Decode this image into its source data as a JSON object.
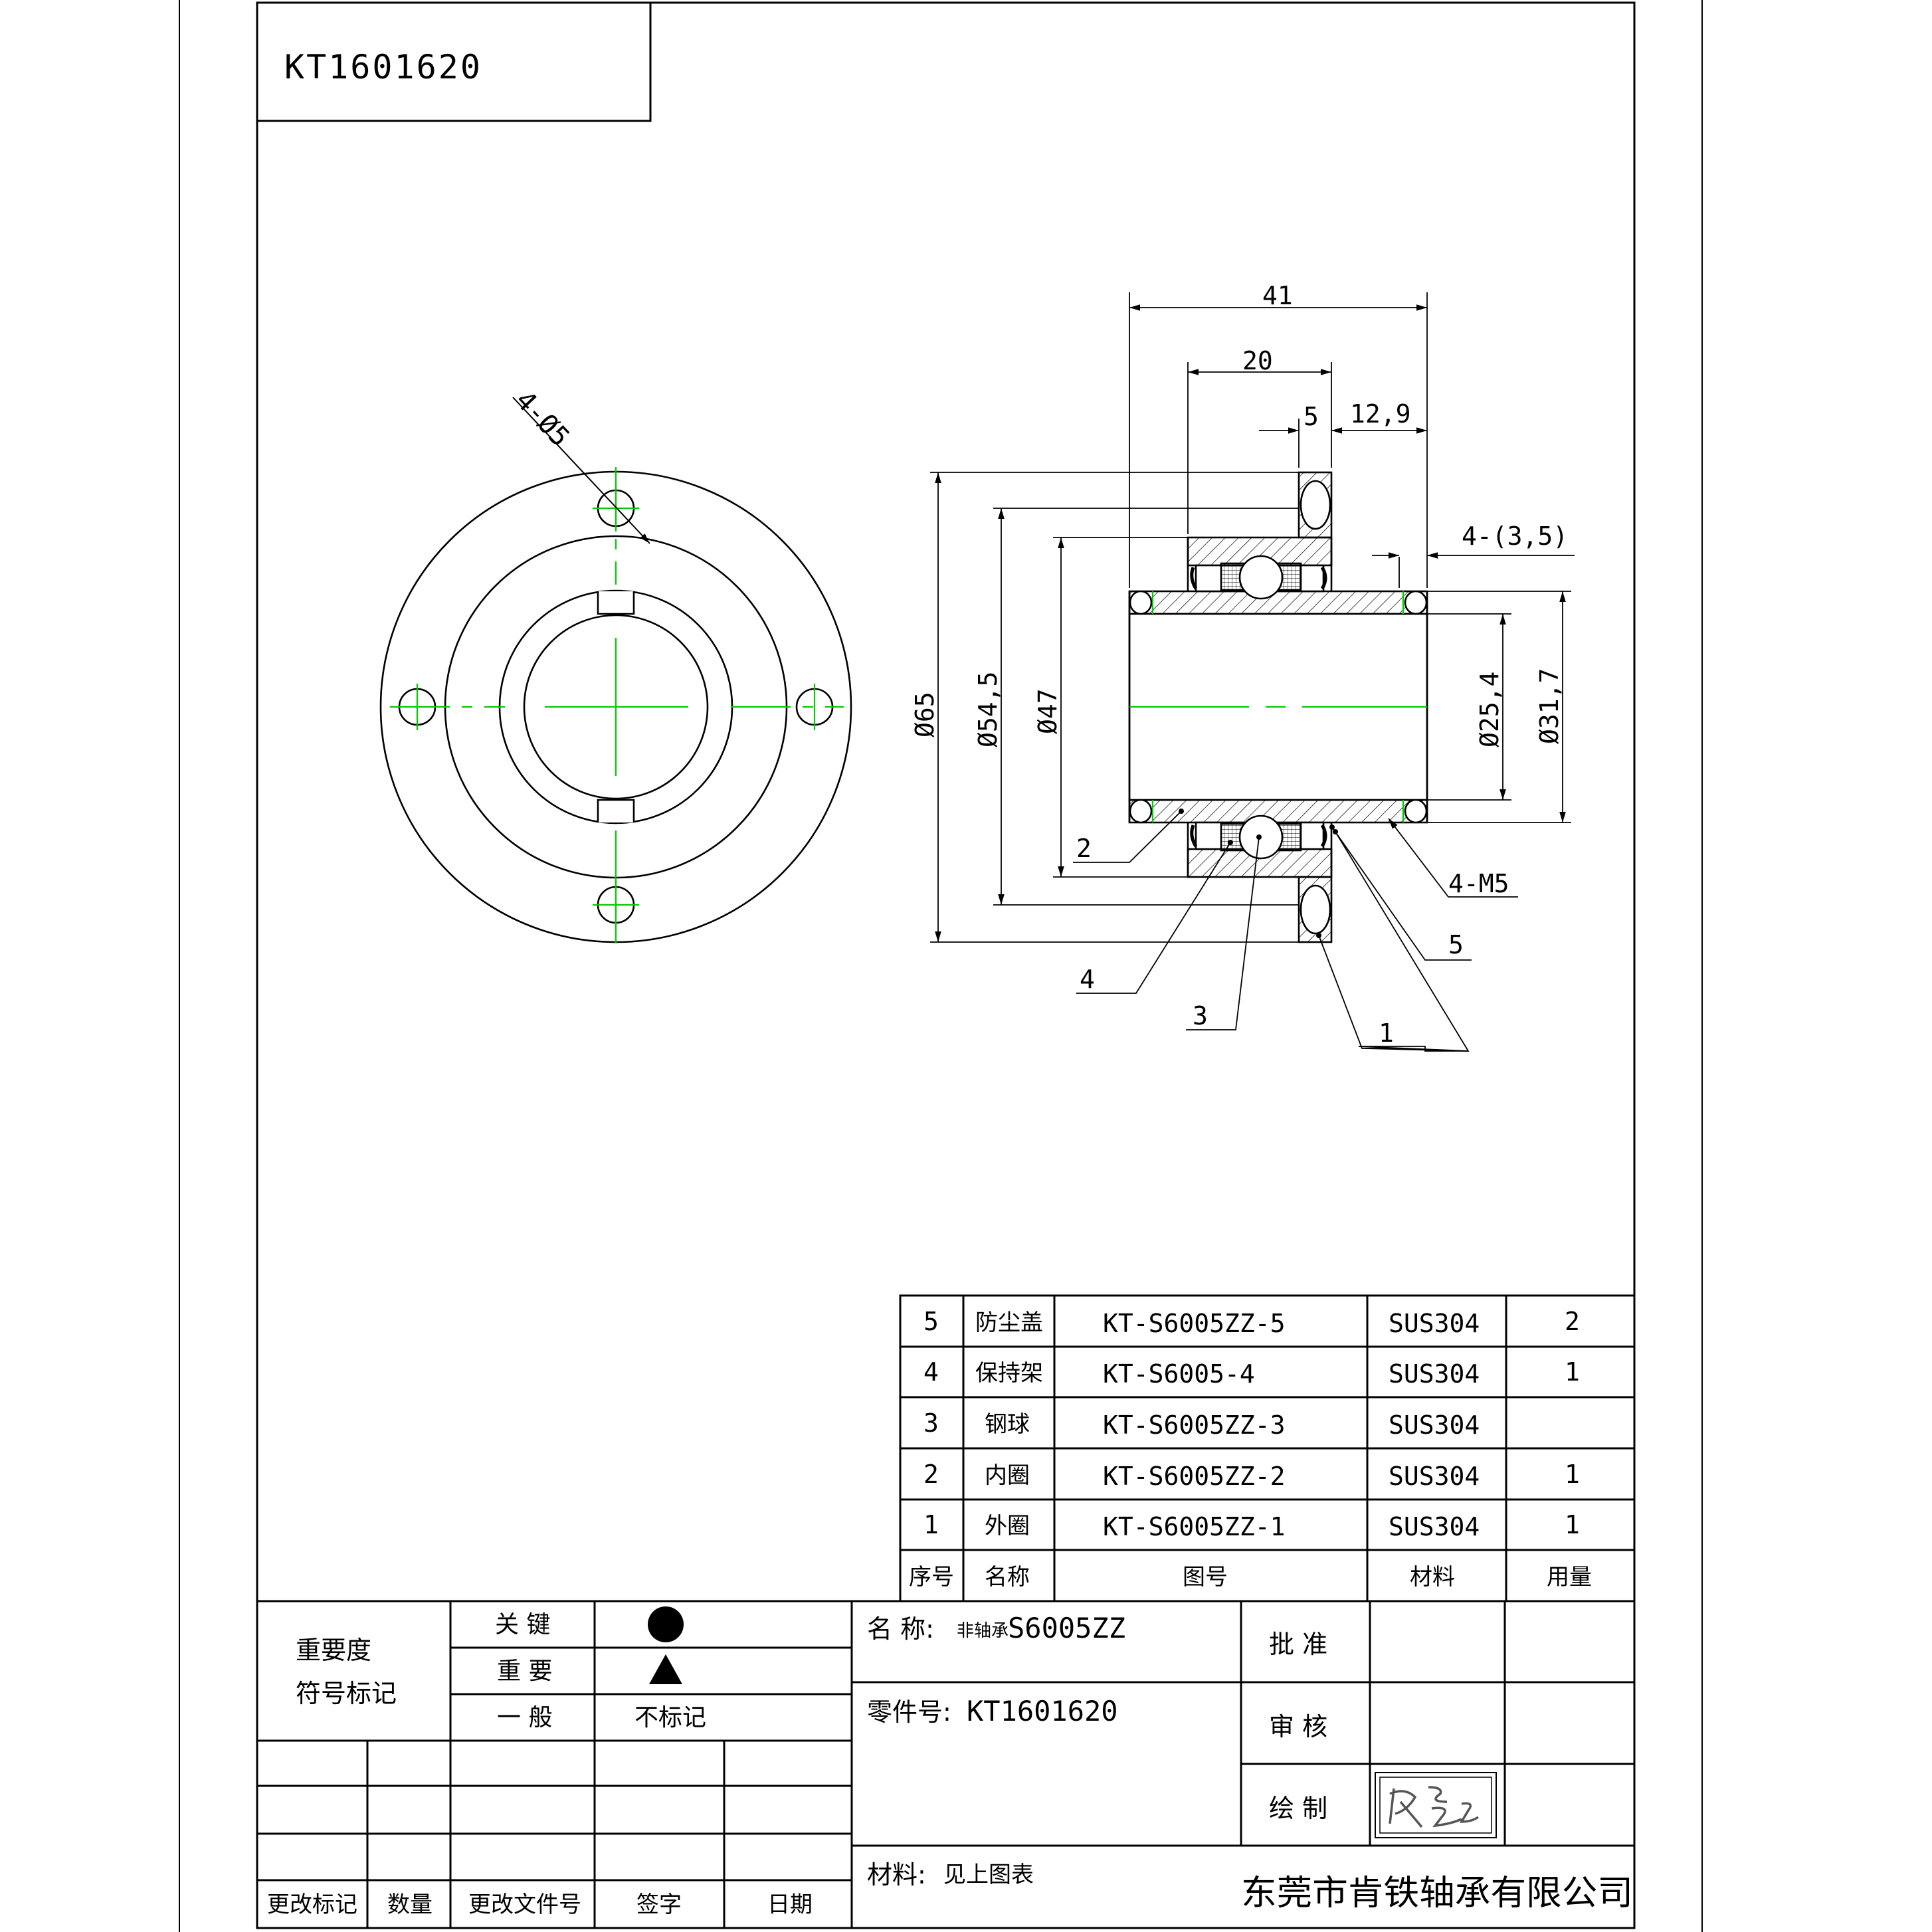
{
  "drawing_number": "KT1601620",
  "dimensions": {
    "flange_hole": "4-Ø5",
    "overall_length": "41",
    "bearing_width": "20",
    "flange_thickness": "5",
    "flange_offset": "12,9",
    "flange_od": "Ø65",
    "bolt_circle": "Ø54,5",
    "bearing_od": "Ø47",
    "bore": "Ø25,4",
    "sleeve_od": "Ø31,7",
    "groove": "4-(3,5)",
    "thread": "4-M5"
  },
  "callouts": [
    "1",
    "2",
    "3",
    "4",
    "5"
  ],
  "parts_table": {
    "headers": {
      "no": "序号",
      "name": "名称",
      "drawing_no": "图号",
      "material": "材料",
      "qty": "用量"
    },
    "rows": [
      {
        "no": "5",
        "name": "防尘盖",
        "drawing_no": "KT-S6005ZZ-5",
        "material": "SUS304",
        "qty": "2"
      },
      {
        "no": "4",
        "name": "保持架",
        "drawing_no": "KT-S6005-4",
        "material": "SUS304",
        "qty": "1"
      },
      {
        "no": "3",
        "name": "钢球",
        "drawing_no": "KT-S6005ZZ-3",
        "material": "SUS304",
        "qty": ""
      },
      {
        "no": "2",
        "name": "内圈",
        "drawing_no": "KT-S6005ZZ-2",
        "material": "SUS304",
        "qty": "1"
      },
      {
        "no": "1",
        "name": "外圈",
        "drawing_no": "KT-S6005ZZ-1",
        "material": "SUS304",
        "qty": "1"
      }
    ]
  },
  "importance": {
    "label_line1": "重要度",
    "label_line2": "符号标记",
    "key": "关  键",
    "important": "重  要",
    "general": "一  般",
    "no_mark": "不标记"
  },
  "revision_headers": [
    "更改标记",
    "数量",
    "更改文件号",
    "签字",
    "日期"
  ],
  "title_block": {
    "name_label": "名  称:",
    "name_small": "非轴承",
    "name_value": "S6005ZZ",
    "part_no_label": "零件号:",
    "part_no_value": "KT1601620",
    "material_label": "材料:",
    "material_value": "见上图表",
    "approve": "批  准",
    "review": "审  核",
    "draw": "绘  制",
    "company": "东莞市肯铁轴承有限公司"
  },
  "colors": {
    "line": "#000000",
    "centerline": "#00cc00"
  }
}
